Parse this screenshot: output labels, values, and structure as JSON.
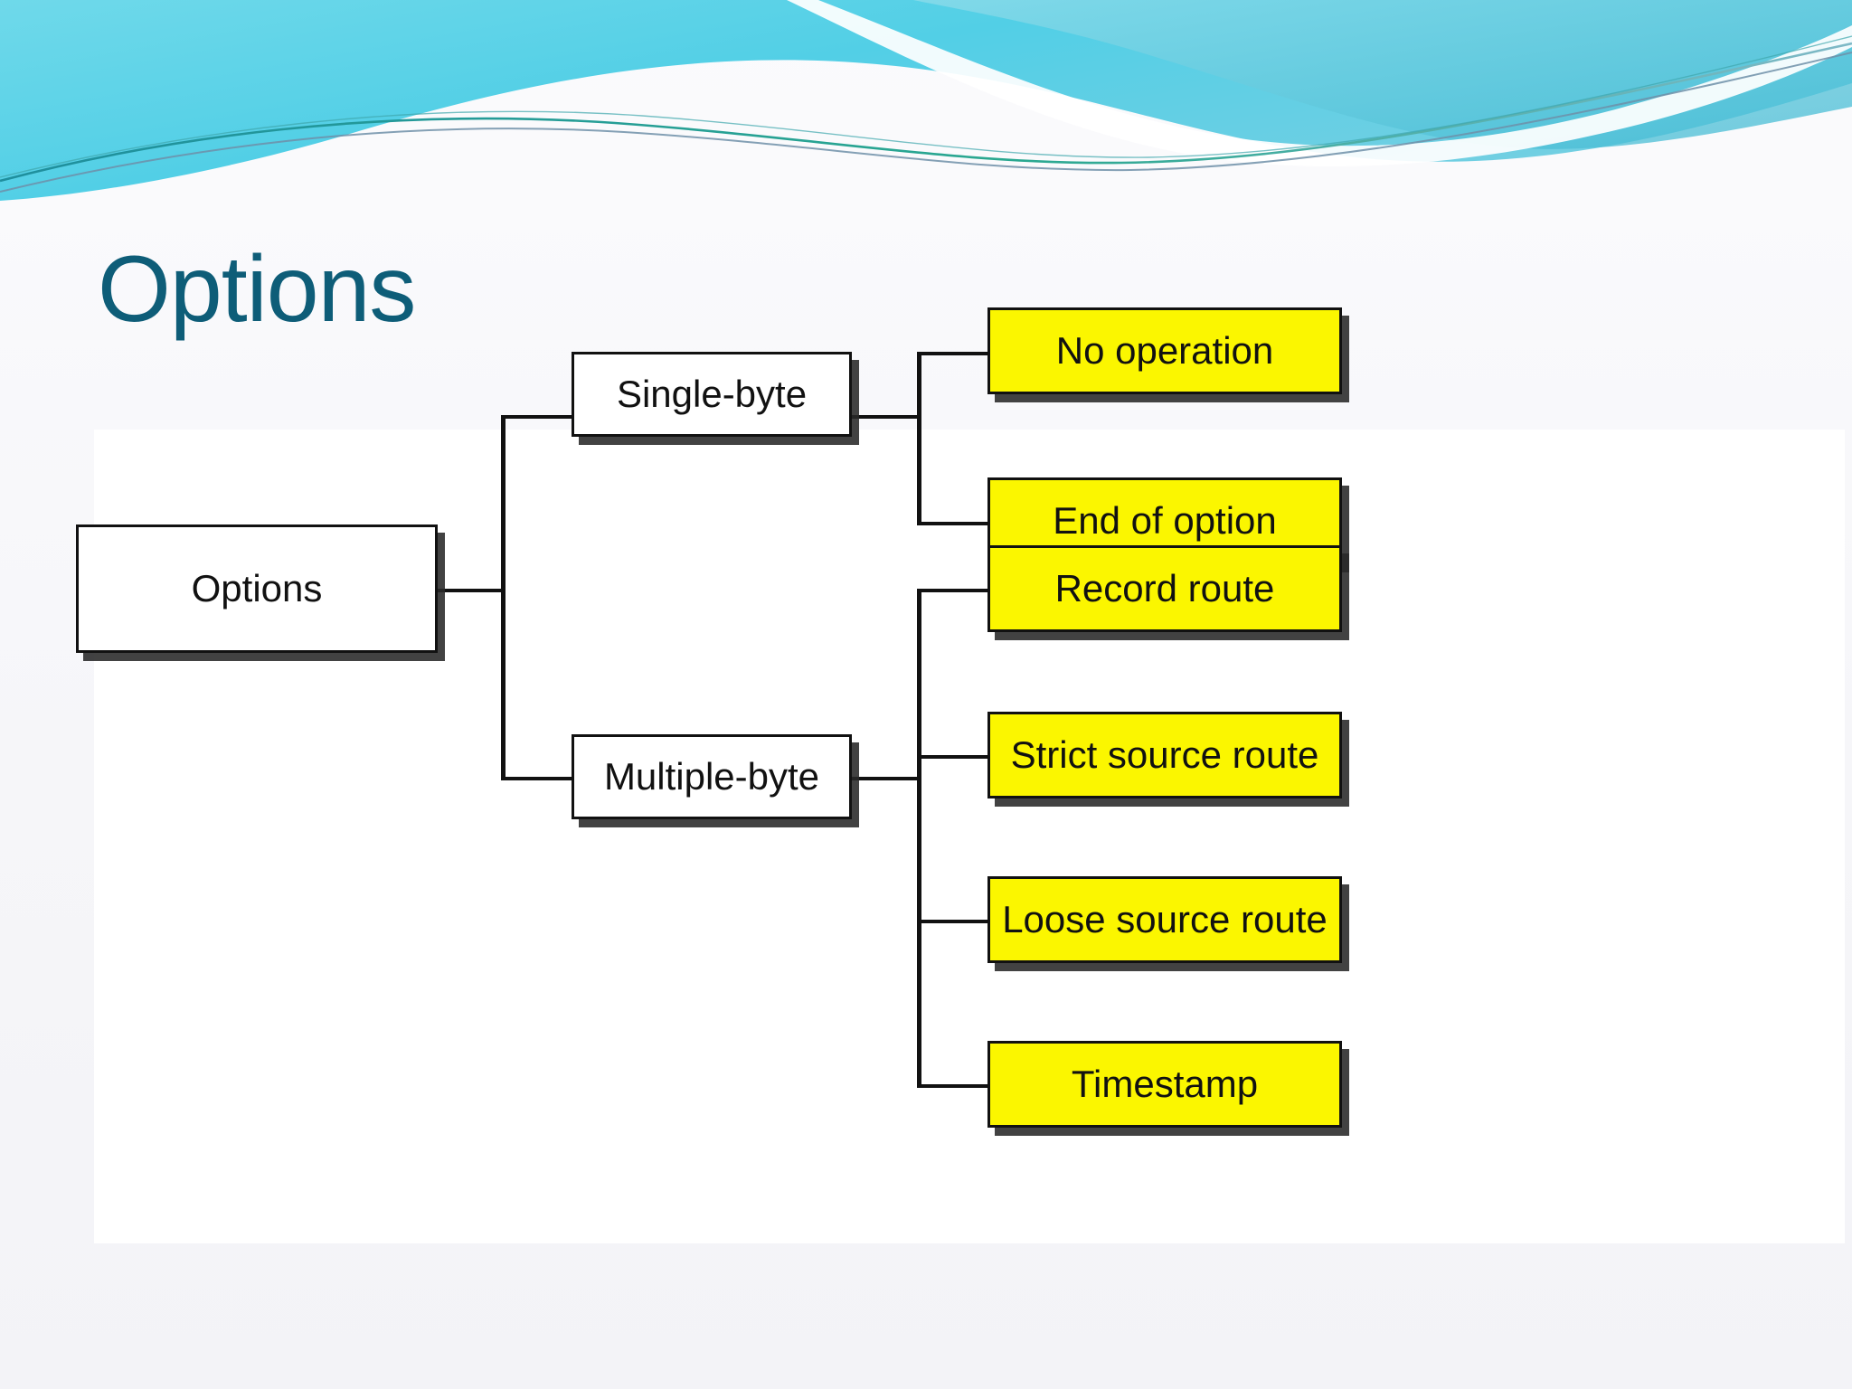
{
  "slide": {
    "title": "Options",
    "title_color": "#0e5d78",
    "background_color": "#f6f6f9",
    "panel_color": "#ffffff",
    "accent_wave_colors": [
      "#57d2e8",
      "#7fd6e8",
      "#3fbfd6",
      "#2aa3bb",
      "#1f8f9e"
    ]
  },
  "diagram": {
    "type": "tree",
    "root": {
      "label": "Options",
      "style": "white"
    },
    "branches": [
      {
        "label": "Single-byte",
        "style": "white",
        "children": [
          {
            "label": "No operation",
            "style": "yellow"
          },
          {
            "label": "End of option",
            "style": "yellow"
          }
        ]
      },
      {
        "label": "Multiple-byte",
        "style": "white",
        "children": [
          {
            "label": "Record route",
            "style": "yellow"
          },
          {
            "label": "Strict source route",
            "style": "yellow"
          },
          {
            "label": "Loose source route",
            "style": "yellow"
          },
          {
            "label": "Timestamp",
            "style": "yellow"
          }
        ]
      }
    ],
    "node_fill_white": "#ffffff",
    "node_fill_yellow": "#fbf600",
    "node_border_color": "#111111",
    "connector_color": "#111111"
  }
}
